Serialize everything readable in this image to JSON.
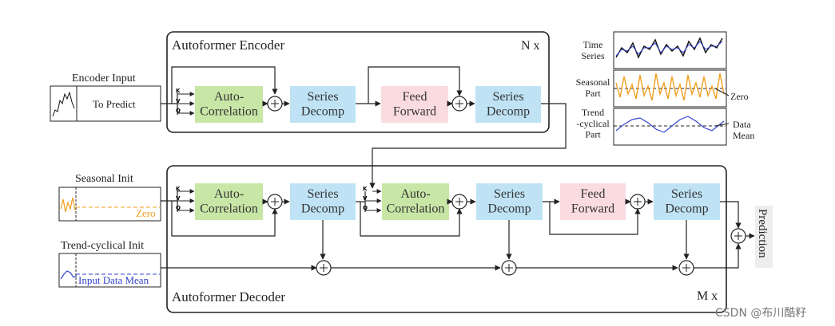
{
  "encoder": {
    "title": "Autoformer Encoder",
    "repeat": "N x",
    "blocks": [
      "Auto-\nCorrelation",
      "Series\nDecomp",
      "Feed\nForward",
      "Series\nDecomp"
    ]
  },
  "decoder": {
    "title": "Autoformer Decoder",
    "repeat": "M x",
    "blocks": [
      "Auto-\nCorrelation",
      "Series\nDecomp",
      "Auto-\nCorrelation",
      "Series\nDecomp",
      "Feed\nForward",
      "Series\nDecomp"
    ]
  },
  "inputs": {
    "encoder_input": "Encoder Input",
    "to_predict": "To Predict",
    "seasonal_init": "Seasonal Init",
    "zero_label": "Zero",
    "trend_init": "Trend-cyclical Init",
    "input_mean_label": "Input Data Mean"
  },
  "qkv": {
    "k": "K",
    "v": "V",
    "q": "Q"
  },
  "legend": {
    "time_series": "Time\nSeries",
    "seasonal_part": "Seasonal\nPart",
    "trend_part": "Trend\n-cyclical\nPart",
    "zero": "Zero",
    "data_mean": "Data\nMean"
  },
  "output": {
    "prediction": "Prediction"
  },
  "watermark": "CSDN @布川酷籽",
  "colors": {
    "autocorr": "#c8e6a6",
    "decomp": "#bfe3f5",
    "feedforward": "#fadbe0",
    "seasonal_orange": "#f0a020",
    "trend_blue": "#3344cc",
    "line": "#222222"
  }
}
